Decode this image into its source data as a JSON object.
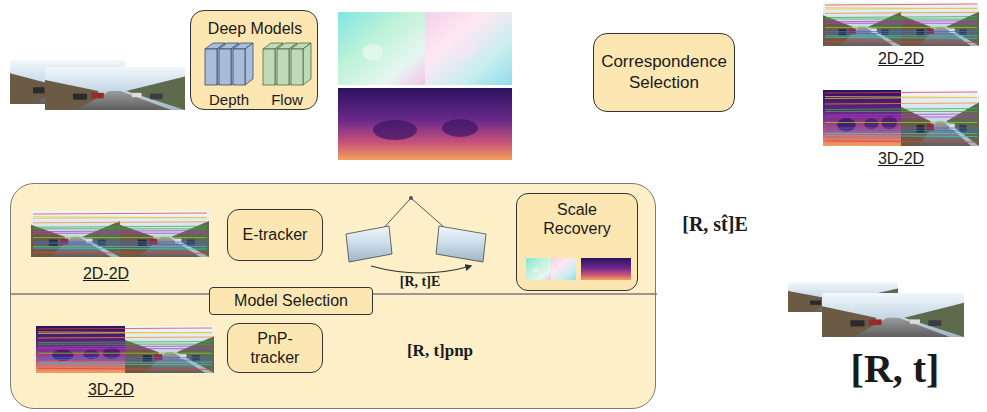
{
  "diagram": {
    "nodes": [
      {
        "text": [
          "Deep Models",
          "Depth",
          "Flow"
        ]
      },
      {
        "text": [
          "Correspondence Selection"
        ]
      },
      {
        "text": [
          "2D-2D",
          "3D-2D"
        ]
      },
      {
        "text": [
          "E-tracker"
        ],
        "in": 2
      },
      {
        "text": [
          "Scale Recovery"
        ],
        "in": 2
      },
      {
        "text": [
          "Model Selection"
        ],
        "in": 2
      },
      {
        "text": [
          "PnP-tracker"
        ],
        "in": 2
      }
    ],
    "labels": [
      "2D-2D",
      "3D-2D",
      "[R, t]E",
      "[R, st̂]E",
      "[R, t]pnp",
      "[R, t]"
    ]
  }
}
